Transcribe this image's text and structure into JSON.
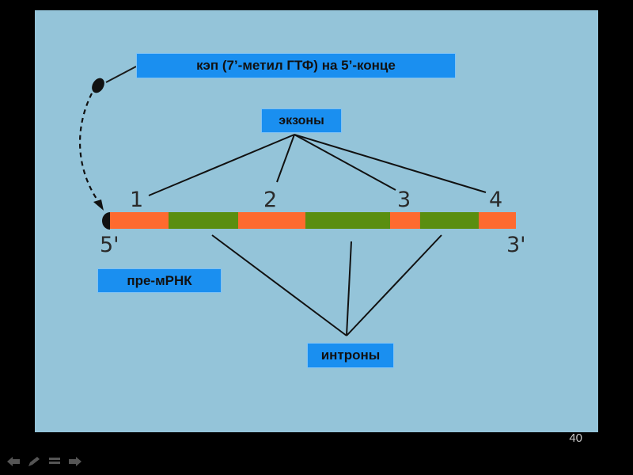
{
  "labels": {
    "cap": "кэп (7’-метил ГТФ) на 5’-конце",
    "exons": "экзоны",
    "premrna": "пре-мРНК",
    "introns": "интроны"
  },
  "exon_numbers": [
    "1",
    "2",
    "3",
    "4"
  ],
  "ends": {
    "five": "5'",
    "three": "3'"
  },
  "page_number": "40",
  "colors": {
    "slide_bg": "#94c4d9",
    "label_bg": "#1a8ff0",
    "exon": "#fe6a2f",
    "intron": "#5a8e10",
    "line": "#1a1a1a"
  },
  "nav_icons": [
    "arrow-left-icon",
    "pen-icon",
    "menu-icon",
    "arrow-right-icon"
  ]
}
